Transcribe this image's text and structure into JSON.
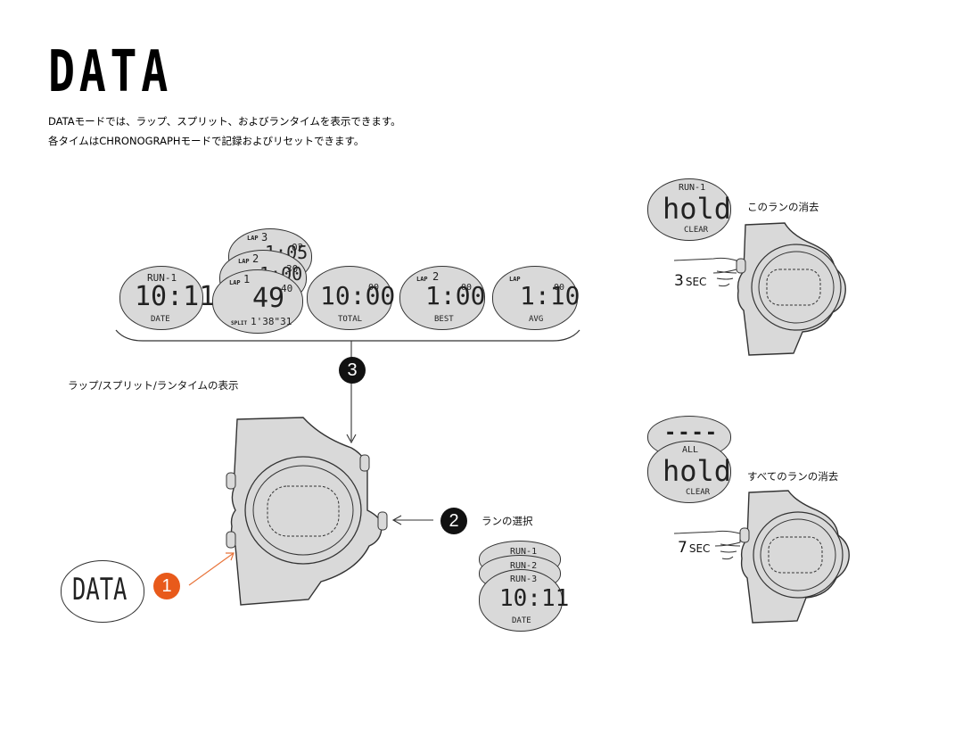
{
  "title": "DATA",
  "intro": {
    "line1": "DATAモードでは、ラップ、スプリット、およびランタイムを表示できます。",
    "line2": "各タイムはCHRONOGRAPHモードで記録およびリセットできます。"
  },
  "displays": {
    "date": {
      "top": "RUN-1",
      "main": "10:11",
      "bottom": "DATE"
    },
    "laps": [
      {
        "lap": "LAP",
        "num": "3",
        "main": "1:05",
        "sub": "02"
      },
      {
        "lap": "LAP",
        "num": "2",
        "main": "1:00",
        "sub": "30"
      },
      {
        "lap": "LAP",
        "num": "1",
        "main": "49",
        "sub": "40",
        "split_label": "SPLIT",
        "split": "1'38\"31"
      }
    ],
    "total": {
      "main": "10:00",
      "sub": "00",
      "bottom": "TOTAL"
    },
    "best": {
      "lap": "LAP",
      "num": "2",
      "main": "1:00",
      "sub": "00",
      "bottom": "BEST"
    },
    "avg": {
      "lap": "LAP",
      "main": "1:10",
      "sub": "00",
      "bottom": "AVG"
    }
  },
  "labels": {
    "lap_split_run": "ラップ/スプリット/ランタイムの表示",
    "run_select": "ランの選択",
    "clear_this": "このランの消去",
    "clear_all": "すべてのランの消去",
    "sec3": "3",
    "sec7": "7",
    "sec_unit": "SEC"
  },
  "steps": [
    "1",
    "2",
    "3"
  ],
  "run_list": [
    "RUN-1",
    "RUN-2",
    "RUN-3"
  ],
  "run_display": {
    "main": "10:11",
    "bottom": "DATE"
  },
  "hold_clear": {
    "top": "RUN-1",
    "main": "hold",
    "bottom": "CLEAR"
  },
  "hold_clear_all": {
    "dashes": "----",
    "top": "ALL",
    "main": "hold",
    "bottom": "CLEAR"
  },
  "data_badge": "DATA",
  "colors": {
    "step1": "#e85a1b",
    "step_dark": "#111111",
    "lcd": "#d9d9d9",
    "arrow_orange": "#e8743b"
  }
}
